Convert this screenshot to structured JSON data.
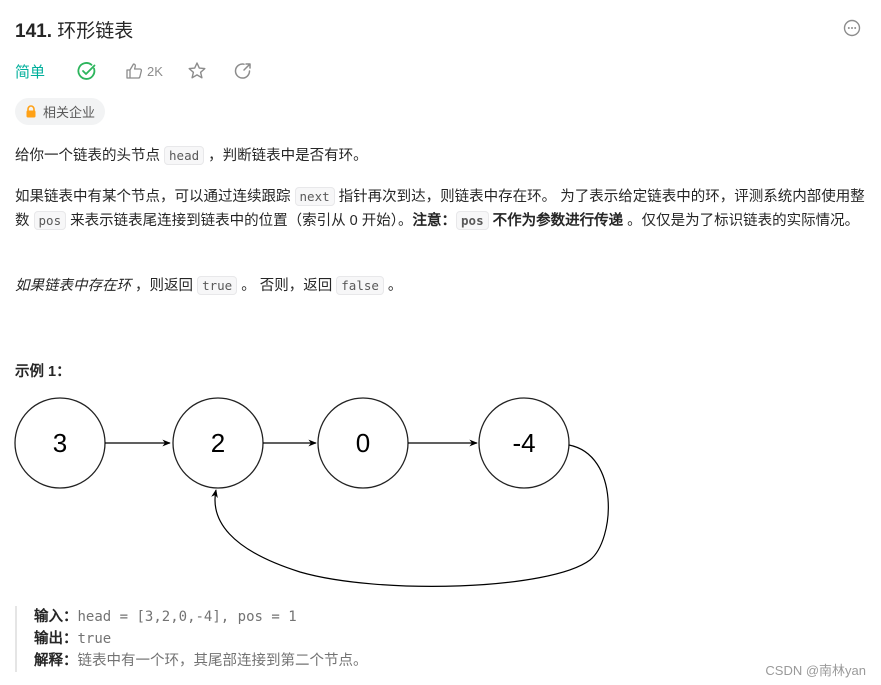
{
  "header": {
    "number": "141.",
    "title": "环形链表"
  },
  "meta": {
    "difficulty": "简单",
    "difficulty_color": "#00af9b",
    "solved_color": "#2db55d",
    "likes": "2K"
  },
  "tag": {
    "label": "相关企业",
    "lock_color": "#ffa116"
  },
  "description": {
    "p1": {
      "a": "给你一个链表的头节点 ",
      "code": "head",
      "b": " ，判断链表中是否有环。"
    },
    "p2": {
      "a": "如果链表中有某个节点，可以通过连续跟踪 ",
      "code1": "next",
      "b": " 指针再次到达，则链表中存在环。 为了表示给定链表中的环，评测系统内部使用整数 ",
      "code2": "pos",
      "c": " 来表示链表尾连接到链表中的位置（索引从 0 开始）。",
      "note_label": "注意：",
      "code3": "pos",
      "bold2": " 不作为参数进行传递",
      "d": " 。仅仅是为了标识链表的实际情况。"
    },
    "p3": {
      "italic": "如果链表中存在环",
      "a": " ，则返回 ",
      "code1": "true",
      "b": " 。 否则，返回 ",
      "code2": "false",
      "c": " 。"
    }
  },
  "example": {
    "title": "示例 1：",
    "nodes": [
      "3",
      "2",
      "0",
      "-4"
    ],
    "input_label": "输入：",
    "input_value": "head = [3,2,0,-4], pos = 1",
    "output_label": "输出：",
    "output_value": "true",
    "explain_label": "解释：",
    "explain_value": "链表中有一个环，其尾部连接到第二个节点。"
  },
  "watermark": "CSDN @南林yan"
}
